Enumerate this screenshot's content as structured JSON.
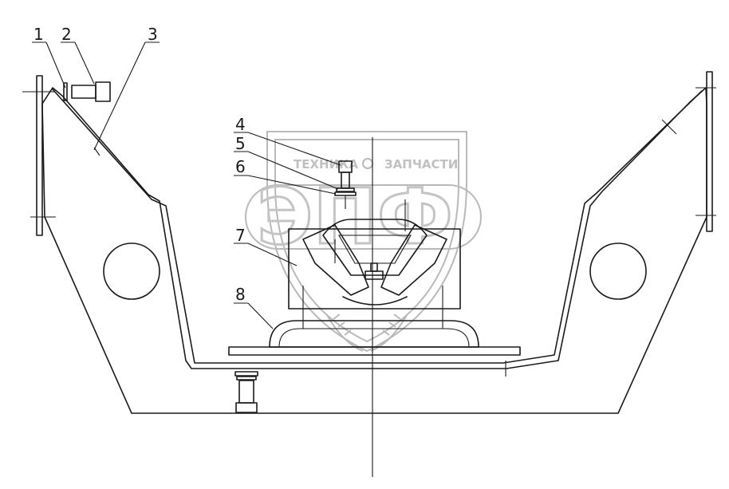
{
  "watermark": {
    "top_left_text": "ТЕХНИКА",
    "top_right_text": "ЗАПЧАСТИ",
    "logo_text": "ЭПФ"
  },
  "callouts": [
    {
      "id": "1",
      "label": "1"
    },
    {
      "id": "2",
      "label": "2"
    },
    {
      "id": "3",
      "label": "3"
    },
    {
      "id": "4",
      "label": "4"
    },
    {
      "id": "5",
      "label": "5"
    },
    {
      "id": "6",
      "label": "6"
    },
    {
      "id": "7",
      "label": "7"
    },
    {
      "id": "8",
      "label": "8"
    }
  ],
  "colors": {
    "line": "#1a1a1a",
    "watermark": "#c4c4c4",
    "background": "#ffffff"
  }
}
